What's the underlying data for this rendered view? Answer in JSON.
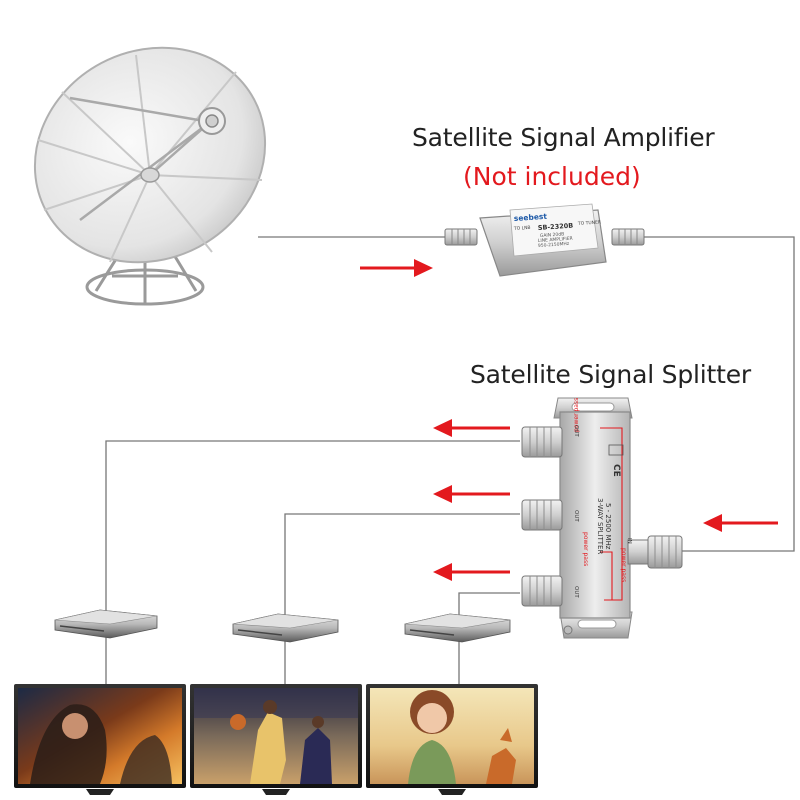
{
  "amplifier": {
    "title": "Satellite Signal Amplifier",
    "note": "(Not included)",
    "brand": "seebest",
    "model": "SB-2320B",
    "desc_line1": "GAIN 20dB",
    "desc_line2": "LINE AMPLIFIER",
    "desc_line3": "950-2150MHz",
    "port_in": "TO LNB",
    "port_out": "TO TUNER"
  },
  "splitter": {
    "title": "Satellite Signal Splitter",
    "out_label": "OUT",
    "in_label": "IN",
    "power_pass": "power pass",
    "product_name": "3-WAY SPLITTER",
    "frequency": "5 - 2500 MHz",
    "ce_mark": "CE"
  },
  "colors": {
    "arrow": "#e3191e",
    "note": "#e3191e",
    "cable": "#777777"
  },
  "icons": {
    "dish": "satellite-dish-icon",
    "receiver": "set-top-box-icon",
    "tv": "television-icon"
  }
}
